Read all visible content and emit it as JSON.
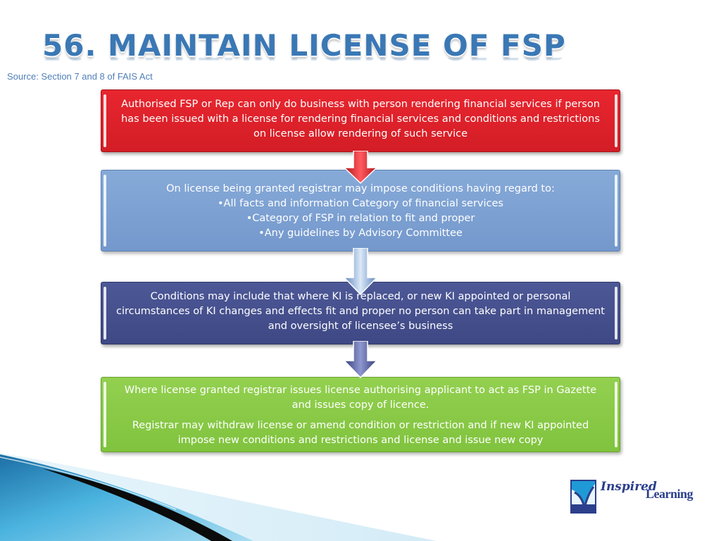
{
  "slide": {
    "title": "56. MAINTAIN LICENSE OF FSP",
    "source": "Source: Section 7 and 8 of FAIS Act"
  },
  "flow": {
    "step1": {
      "text": "Authorised FSP or Rep can only do business with person rendering financial services if person has been issued with a license for rendering financial services and conditions and restrictions on license allow rendering of such service",
      "color": "#d31d26"
    },
    "step2": {
      "intro": "On license being granted registrar may impose conditions having regard to:",
      "bullets": [
        "•All facts and information Category of financial services",
        "•Category of FSP in relation to fit and proper",
        "•Any guidelines by Advisory Committee"
      ],
      "color": "#7a9fd2"
    },
    "step3": {
      "text": "Conditions may include that where KI is replaced, or new KI appointed or personal circumstances of KI changes and effects fit and proper no person can take part in management and oversight of licensee’s business",
      "color": "#434d8c"
    },
    "step4": {
      "para1": "Where license granted registrar issues license authorising applicant to act as FSP in Gazette and issues copy of licence.",
      "para2": "Registrar may withdraw license or amend condition or restriction and if new KI appointed impose new conditions and restrictions and license and issue new copy",
      "color": "#86c744"
    }
  },
  "logo": {
    "word1": "Inspired",
    "word2": "Learning",
    "icon": "inspired-learning-logo-icon"
  }
}
